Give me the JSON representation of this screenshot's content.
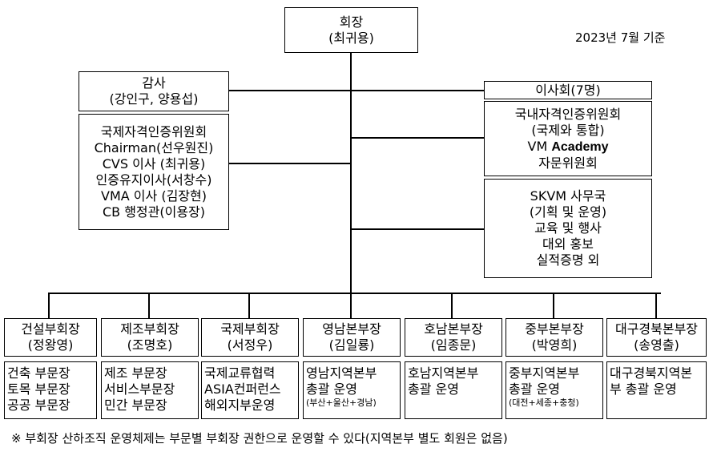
{
  "date_label": "2023년 7월 기준",
  "chairman": {
    "title": "회장",
    "name": "(최귀용)"
  },
  "auditor": {
    "title": "감사",
    "name": "(강인구, 양용섭)"
  },
  "intl_committee": {
    "lines": [
      "국제자격인증위원회",
      "Chairman(선우원진)",
      "CVS 이사 (최귀용)",
      "인증유지이사(서창수)",
      "VMA 이사 (김장현)",
      "CB 행정관(이용장)"
    ]
  },
  "board": {
    "title": "이사회(7명)"
  },
  "domestic_committee": {
    "line1": "국내자격인증위원회",
    "line2": "(국제와 통합)",
    "line3_prefix": "VM ",
    "line3_bold": "Academy",
    "line4": "자문위원회"
  },
  "secretariat": {
    "lines": [
      "SKVM 사무국",
      "(기획 및 운영)",
      "교육 및 행사",
      "대외 홍보",
      "실적증명 외"
    ]
  },
  "divisions": [
    {
      "title": "건설부회장",
      "name": "(정왕영)",
      "sub": [
        "건축 부문장",
        "토목 부문장",
        "공공 부문장"
      ],
      "note": ""
    },
    {
      "title": "제조부회장",
      "name": "(조명호)",
      "sub": [
        "제조 부문장",
        "서비스부문장",
        "민간 부문장"
      ],
      "note": ""
    },
    {
      "title": "국제부회장",
      "name": "(서정우)",
      "sub": [
        "국제교류협력",
        "ASIA컨퍼런스",
        "해외지부운영"
      ],
      "note": ""
    },
    {
      "title": "영남본부장",
      "name": "(김일룡)",
      "sub": [
        "영남지역본부",
        "총괄 운영"
      ],
      "note": "(부산+울산+경남)"
    },
    {
      "title": "호남본부장",
      "name": "(임종문)",
      "sub": [
        "호남지역본부",
        "총괄 운영"
      ],
      "note": ""
    },
    {
      "title": "중부본부장",
      "name": "(박영희)",
      "sub": [
        "중부지역본부",
        "총괄 운영"
      ],
      "note": "(대전+세종+충청)"
    },
    {
      "title": "대구경북본부장",
      "name": "(송영출)",
      "sub": [
        "대구경북지역본",
        "부 총괄 운영"
      ],
      "note": ""
    }
  ],
  "footnote": "※ 부회장 산하조직 운영체제는 부문별 부회장 권한으로 운영할 수 있다(지역본부 별도 회원은 없음)"
}
